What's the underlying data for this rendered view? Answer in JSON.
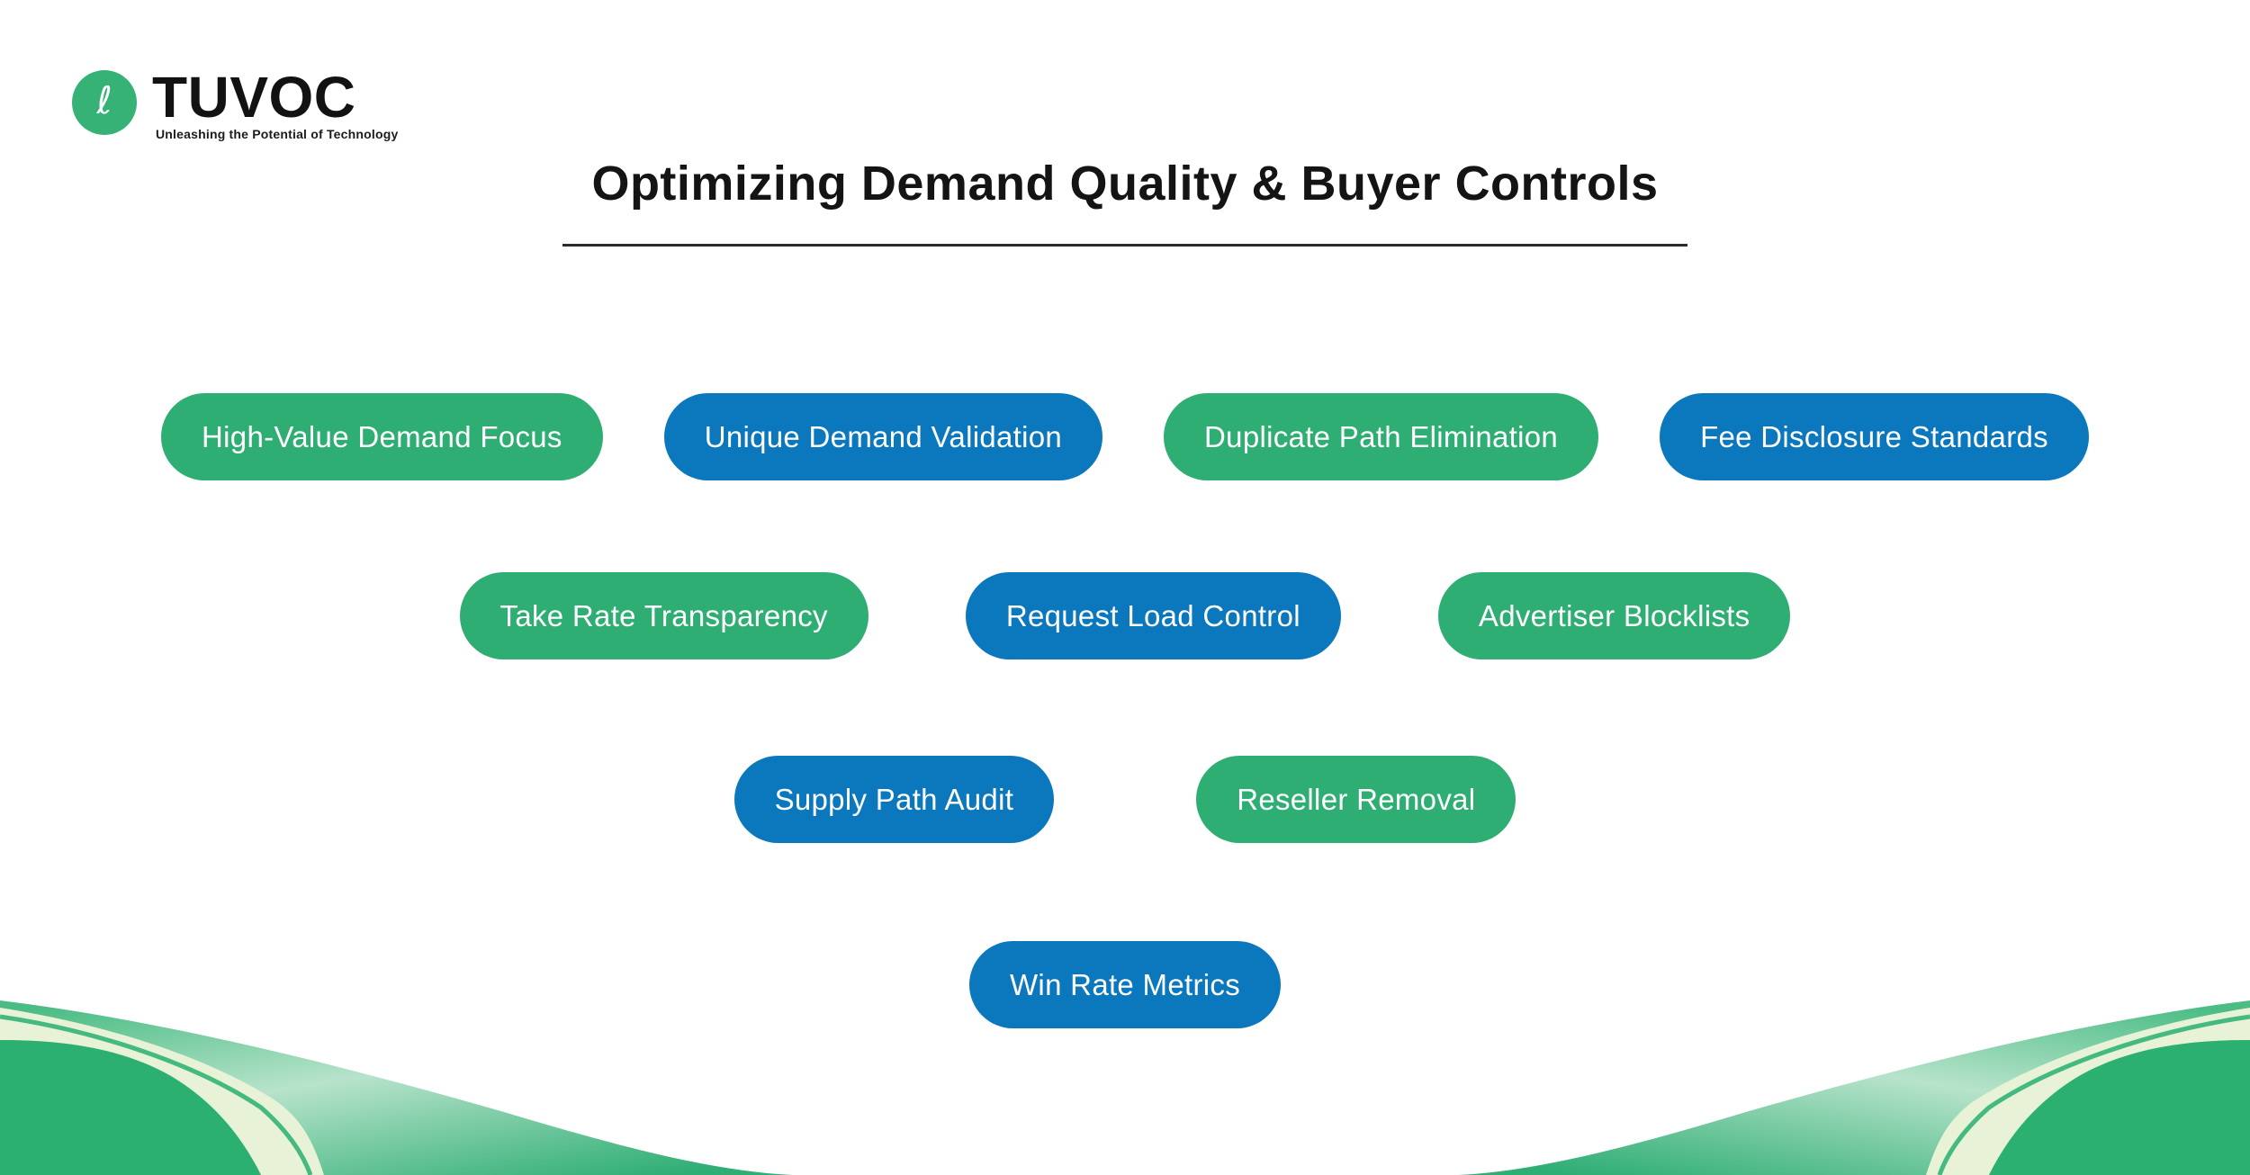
{
  "logo": {
    "brand": "TUVOC",
    "tagline": "Unleashing the Potential of Technology",
    "monogram": "ℓ"
  },
  "title": "Optimizing Demand Quality & Buyer Controls",
  "colors": {
    "green": "#2fae74",
    "blue": "#0b78bd",
    "logo_green": "#36b277",
    "wave_solid_green": "#2cb071",
    "wave_light_band": "#e8f2d6",
    "wave_stripe": "#44ba81",
    "text_dark": "#141414",
    "pill_text": "#ffffff"
  },
  "pills": {
    "rows": [
      [
        {
          "label": "High-Value Demand Focus",
          "color": "green"
        },
        {
          "label": "Unique Demand Validation",
          "color": "blue"
        },
        {
          "label": "Duplicate Path Elimination",
          "color": "green"
        },
        {
          "label": "Fee Disclosure Standards",
          "color": "blue"
        }
      ],
      [
        {
          "label": "Take Rate Transparency",
          "color": "green"
        },
        {
          "label": "Request Load Control",
          "color": "blue"
        },
        {
          "label": "Advertiser Blocklists",
          "color": "green"
        }
      ],
      [
        {
          "label": "Supply Path Audit",
          "color": "blue"
        },
        {
          "label": "Reseller Removal",
          "color": "green"
        }
      ],
      [
        {
          "label": "Win Rate Metrics",
          "color": "blue"
        }
      ]
    ]
  }
}
